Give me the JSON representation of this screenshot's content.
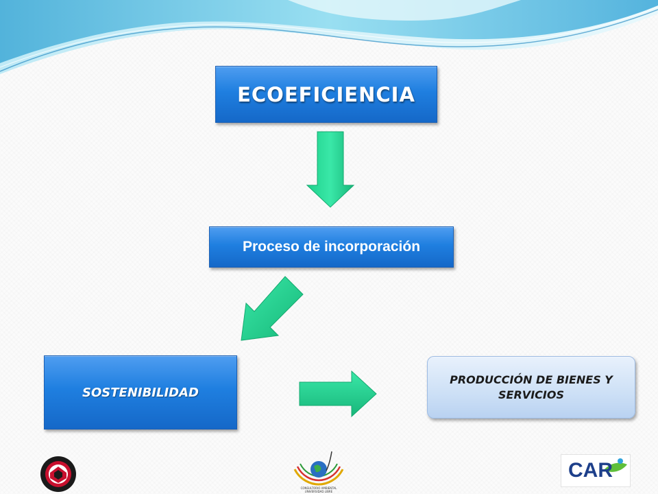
{
  "diagram": {
    "nodes": {
      "ecoeficiencia": "ECOEFICIENCIA",
      "proceso": "Proceso de incorporación",
      "sostenibilidad": "SOSTENIBILIDAD",
      "produccion": "PRODUCCIÓN DE BIENES Y SERVICIOS"
    },
    "edges": [
      {
        "from": "ECOEFICIENCIA",
        "to": "Proceso de incorporación"
      },
      {
        "from": "Proceso de incorporación",
        "to": "SOSTENIBILIDAD"
      },
      {
        "from": "SOSTENIBILIDAD",
        "to": "PRODUCCIÓN DE BIENES Y SERVICIOS"
      }
    ]
  },
  "logos": {
    "universidad_emblem": "university-seal-icon",
    "consultorio": "consultorio-ambiental-globe-icon",
    "car": {
      "text": "CAR"
    }
  },
  "colors": {
    "box_blue": "#1f7fe0",
    "box_light": "#cde0f6",
    "arrow_green": "#2fdc9c",
    "wave_cyan": "#7fd3ea"
  }
}
